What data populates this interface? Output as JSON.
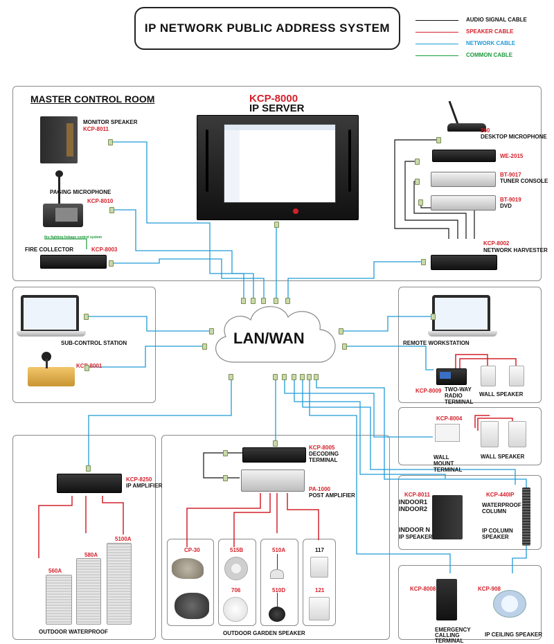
{
  "title": "IP NETWORK PUBLIC ADDRESS SYSTEM",
  "legend": [
    {
      "label": "AUDIO SIGNAL CABLE",
      "color": "#111111"
    },
    {
      "label": "SPEAKER CABLE",
      "color": "#d4202a"
    },
    {
      "label": "NETWORK CABLE",
      "color": "#1e9bd7"
    },
    {
      "label": "COMMON CABLE",
      "color": "#1a9a3a"
    }
  ],
  "master_room": {
    "heading": "MASTER CONTROL ROOM",
    "server_model": "KCP-8000",
    "server_name": "IP SERVER",
    "monitor_speaker": {
      "name": "MONITOR SPEAKER",
      "model": "KCP-8011"
    },
    "paging_mic": {
      "name": "PAGING MICROPHONE",
      "model": "KCP-8010"
    },
    "fire_collector": {
      "name": "FIRE COLLECTOR",
      "model": "KCP-8003",
      "note": "fire fighting linkage control system"
    },
    "desktop_mic": {
      "model": "260",
      "name": "DESKTOP MICROPHONE"
    },
    "we": {
      "model": "WE-2015"
    },
    "tuner": {
      "model": "BT-9017",
      "name": "TUNER CONSOLE"
    },
    "dvd": {
      "model": "BT-9019",
      "name": "DVD"
    },
    "harvester": {
      "model": "KCP-8002",
      "name": "NETWORK HARVESTER"
    }
  },
  "cloud": "LAN/WAN",
  "sub_control": {
    "name": "SUB-CONTROL STATION",
    "mic_model": "KCP-8001"
  },
  "remote": {
    "name": "REMOTE WORKSTATION",
    "radio_model": "KCP-8009",
    "radio_name": "TWO-WAY RADIO TERMINAL",
    "speaker": "WALL SPEAKER"
  },
  "wallmount": {
    "model": "KCP-8004",
    "name": "WALL MOUNT TERMINAL",
    "speaker": "WALL SPEAKER"
  },
  "indoor": {
    "model": "KCP-8011",
    "lines": [
      "INDOOR1",
      "INDOOR2",
      "INDOOR N",
      "IP SPEAKER"
    ],
    "col_model": "KCP-440IP",
    "col_name": "WATERPROOF COLUMN",
    "col_name2": "IP COLUMN SPEAKER"
  },
  "emergency": {
    "model": "KCP-8008",
    "name": "EMERGENCY CALLING TERMINAL",
    "ceil_model": "KCP-908",
    "ceil_name": "IP CEILING SPEAKER"
  },
  "outdoor": {
    "amp_model": "KCP-8250",
    "amp_name": "IP AMPLIFIER",
    "speakers": [
      "560A",
      "580A",
      "5100A"
    ],
    "footer": "OUTDOOR WATERPROOF"
  },
  "garden": {
    "decoder_model": "KCP-8005",
    "decoder_name": "DECODING TERMINAL",
    "post_model": "PA-1000",
    "post_name": "POST AMPLIFIER",
    "groups": [
      {
        "top": "CP-30",
        "bottom": ""
      },
      {
        "top": "515B",
        "bottom": "706"
      },
      {
        "top": "510A",
        "bottom": "510D"
      },
      {
        "top": "117",
        "bottom": "121"
      }
    ],
    "footer": "OUTDOOR GARDEN SPEAKER"
  }
}
